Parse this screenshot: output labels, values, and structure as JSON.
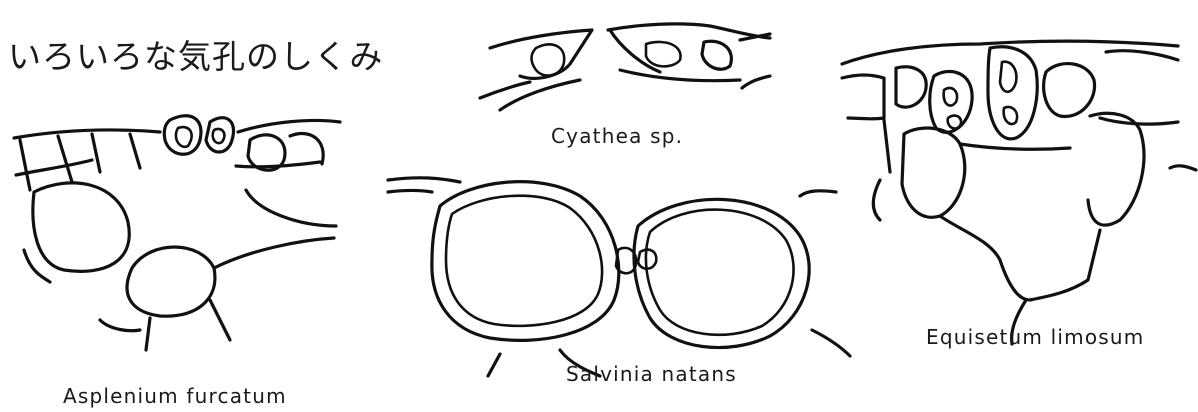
{
  "title": "いろいろな気孔のしくみ",
  "specimens": [
    {
      "name": "Asplenium furcatum"
    },
    {
      "name": "Cyathea sp."
    },
    {
      "name": "Salvinia natans"
    },
    {
      "name": "Equisetum limosum"
    }
  ],
  "colors": {
    "ink": "#111111",
    "background": "#ffffff"
  }
}
